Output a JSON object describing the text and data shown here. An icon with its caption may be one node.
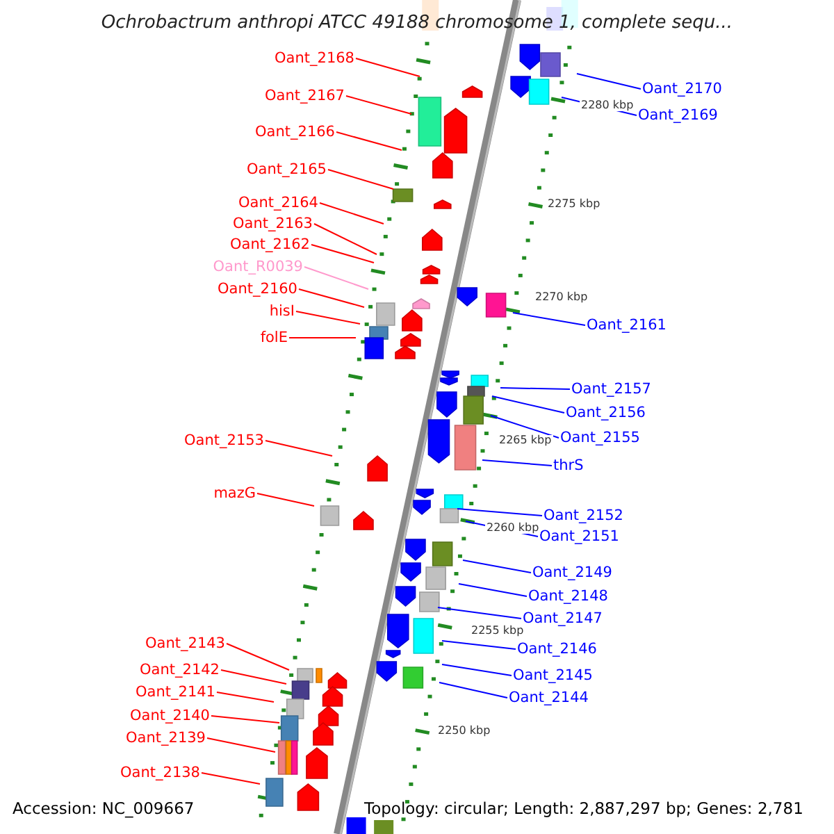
{
  "diagram": {
    "title": "Ochrobactrum anthropi ATCC 49188 chromosome 1, complete sequ...",
    "nodes": [
      {
        "text": [
          "Oant_2168"
        ]
      },
      {
        "text": [
          "Oant_2170"
        ]
      },
      {
        "text": [
          "Oant_2167"
        ]
      },
      {
        "text": [
          "Oant_2169"
        ]
      },
      {
        "text": [
          "Oant_2166"
        ]
      },
      {
        "text": [
          "Oant_2165"
        ]
      },
      {
        "text": [
          "Oant_2164"
        ]
      },
      {
        "text": [
          "Oant_2163"
        ]
      },
      {
        "text": [
          "Oant_2162"
        ]
      },
      {
        "text": [
          "Oant_R0039"
        ]
      },
      {
        "text": [
          "Oant_2160"
        ]
      },
      {
        "text": [
          "hisI"
        ]
      },
      {
        "text": [
          "Oant_2161"
        ]
      },
      {
        "text": [
          "folE"
        ]
      },
      {
        "text": [
          "Oant_2157"
        ]
      },
      {
        "text": [
          "Oant_2156"
        ]
      },
      {
        "text": [
          "Oant_2155"
        ]
      },
      {
        "text": [
          "Oant_2153"
        ]
      },
      {
        "text": [
          "thrS"
        ]
      },
      {
        "text": [
          "mazG"
        ]
      },
      {
        "text": [
          "Oant_2152"
        ]
      },
      {
        "text": [
          "Oant_2151"
        ]
      },
      {
        "text": [
          "Oant_2149"
        ]
      },
      {
        "text": [
          "Oant_2148"
        ]
      },
      {
        "text": [
          "Oant_2147"
        ]
      },
      {
        "text": [
          "Oant_2143"
        ]
      },
      {
        "text": [
          "Oant_2146"
        ]
      },
      {
        "text": [
          "Oant_2142"
        ]
      },
      {
        "text": [
          "Oant_2145"
        ]
      },
      {
        "text": [
          "Oant_2141"
        ]
      },
      {
        "text": [
          "Oant_2144"
        ]
      },
      {
        "text": [
          "Oant_2140"
        ]
      },
      {
        "text": [
          "Oant_2139"
        ]
      },
      {
        "text": [
          "Oant_2138"
        ]
      }
    ],
    "edges": [
      {
        "from": 0,
        "to": null,
        "arrow": "none"
      },
      {
        "from": 1,
        "to": null,
        "arrow": "none",
        "color": "#0000ff"
      },
      {
        "from": 2,
        "to": null,
        "arrow": "none"
      },
      {
        "from": 3,
        "to": null,
        "arrow": "none",
        "color": "#0000ff"
      },
      {
        "from": 4,
        "to": null,
        "arrow": "none"
      },
      {
        "from": 5,
        "to": null,
        "arrow": "none"
      },
      {
        "from": 6,
        "to": null,
        "arrow": "none"
      },
      {
        "from": 7,
        "to": null,
        "arrow": "none"
      },
      {
        "from": 8,
        "to": null,
        "arrow": "none"
      },
      {
        "from": 9,
        "to": null,
        "arrow": "none",
        "color": "#ff99cc"
      },
      {
        "from": 10,
        "to": null,
        "arrow": "none"
      },
      {
        "from": 11,
        "to": null,
        "arrow": "none"
      },
      {
        "from": 12,
        "to": null,
        "arrow": "none",
        "color": "#0000ff"
      },
      {
        "from": 13,
        "to": null,
        "arrow": "none"
      },
      {
        "from": 14,
        "to": null,
        "arrow": "none",
        "color": "#0000ff"
      },
      {
        "from": 15,
        "to": null,
        "arrow": "none",
        "color": "#0000ff"
      },
      {
        "from": 16,
        "to": null,
        "arrow": "none",
        "color": "#0000ff"
      },
      {
        "from": 17,
        "to": null,
        "arrow": "none"
      },
      {
        "from": 18,
        "to": null,
        "arrow": "none",
        "color": "#0000ff"
      },
      {
        "from": 19,
        "to": null,
        "arrow": "none"
      },
      {
        "from": 20,
        "to": null,
        "arrow": "none",
        "color": "#0000ff"
      },
      {
        "from": 21,
        "to": null,
        "arrow": "none",
        "color": "#0000ff"
      },
      {
        "from": 22,
        "to": null,
        "arrow": "none",
        "color": "#0000ff"
      },
      {
        "from": 23,
        "to": null,
        "arrow": "none",
        "color": "#0000ff"
      },
      {
        "from": 24,
        "to": null,
        "arrow": "none",
        "color": "#0000ff"
      },
      {
        "from": 25,
        "to": null,
        "arrow": "none"
      },
      {
        "from": 26,
        "to": null,
        "arrow": "none",
        "color": "#0000ff"
      },
      {
        "from": 27,
        "to": null,
        "arrow": "none"
      },
      {
        "from": 28,
        "to": null,
        "arrow": "none",
        "color": "#0000ff"
      },
      {
        "from": 29,
        "to": null,
        "arrow": "none"
      },
      {
        "from": 30,
        "to": null,
        "arrow": "none",
        "color": "#0000ff"
      },
      {
        "from": 31,
        "to": null,
        "arrow": "none"
      },
      {
        "from": 32,
        "to": null,
        "arrow": "none"
      },
      {
        "from": 33,
        "to": null,
        "arrow": "none"
      }
    ],
    "labels": [
      "2280 kbp",
      "2275 kbp",
      "2270 kbp",
      "2265 kbp",
      "2260 kbp",
      "2255 kbp",
      "2250 kbp",
      "Accession: NC_009667",
      "Topology: circular; Length: 2,887,297 bp; Genes: 2,781"
    ]
  }
}
